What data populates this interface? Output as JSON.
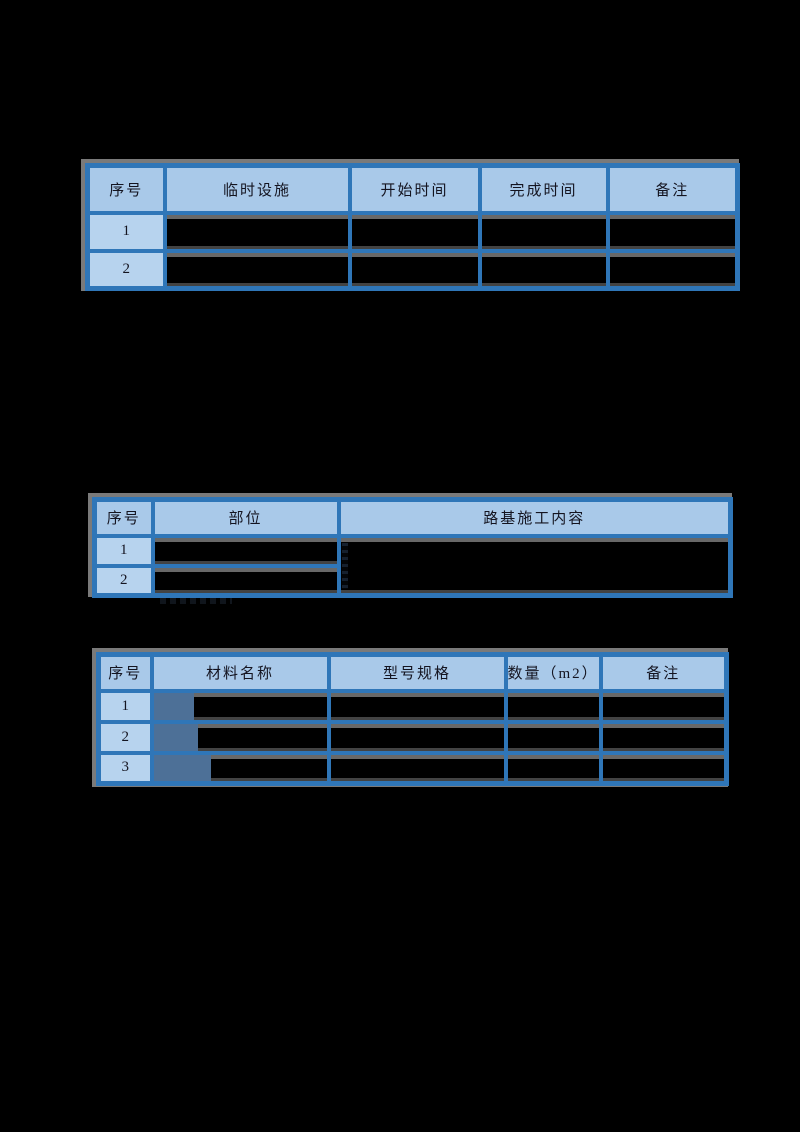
{
  "colors": {
    "background": "#000000",
    "table_border_blue": "#2f76b8",
    "header_cell_blue": "#a9c9e9",
    "index_cell_blue": "#b7d3ee",
    "empty_cell_black": "#000000",
    "frame_gray": "#7a7a7a",
    "slate_highlight": "#4d7097",
    "text_dark": "#141420"
  },
  "tables": [
    {
      "name": "temporary-facilities-table",
      "columns": [
        "序号",
        "临时设施",
        "开始时间",
        "完成时间",
        "备注"
      ],
      "rows": [
        {
          "index": "1"
        },
        {
          "index": "2"
        }
      ]
    },
    {
      "name": "roadbed-construction-table",
      "columns": [
        "序号",
        "部位",
        "路基施工内容"
      ],
      "rows": [
        {
          "index": "1"
        },
        {
          "index": "2"
        }
      ]
    },
    {
      "name": "materials-table",
      "columns": [
        "序号",
        "材料名称",
        "型号规格",
        "数量（m2）",
        "备注"
      ],
      "rows": [
        {
          "index": "1"
        },
        {
          "index": "2"
        },
        {
          "index": "3"
        }
      ]
    }
  ]
}
